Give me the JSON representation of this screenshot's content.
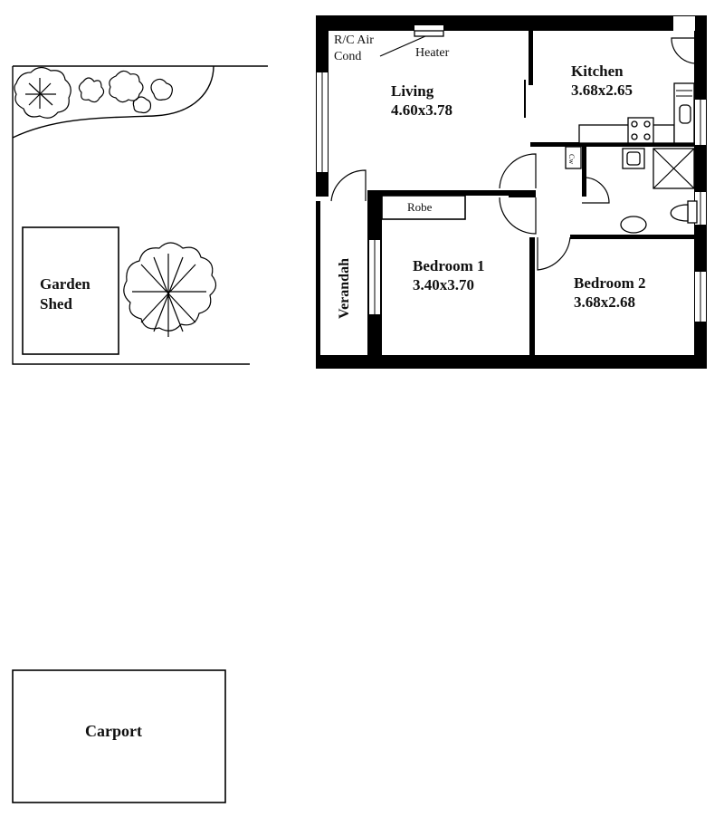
{
  "rooms": {
    "living": {
      "name": "Living",
      "size": "4.60x3.78"
    },
    "kitchen": {
      "name": "Kitchen",
      "size": "3.68x2.65"
    },
    "bedroom1": {
      "name": "Bedroom 1",
      "size": "3.40x3.70"
    },
    "bedroom2": {
      "name": "Bedroom 2",
      "size": "3.68x2.68"
    }
  },
  "labels": {
    "ac_line1": "R/C Air",
    "ac_line2": "Cond",
    "heater": "Heater",
    "robe": "Robe",
    "verandah": "Verandah",
    "garden_shed_line1": "Garden",
    "garden_shed_line2": "Shed",
    "carport": "Carport",
    "fridge": "Cw"
  }
}
